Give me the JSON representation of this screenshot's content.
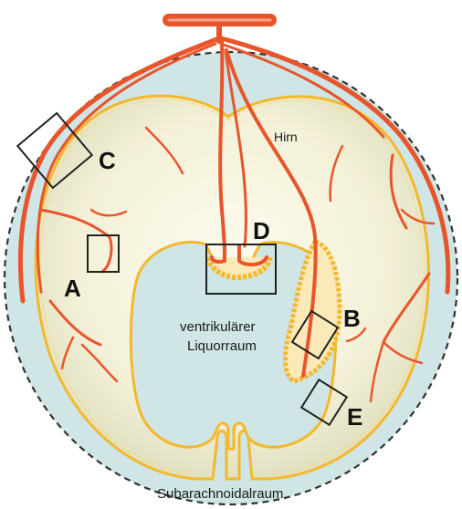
{
  "labels": {
    "hirn": "Hirn",
    "ventricle_line1": "ventrikulärer",
    "ventricle_line2": "Liquorraum",
    "subarachnoid": "Subarachnoidalraum"
  },
  "markers": {
    "A": "A",
    "B": "B",
    "C": "C",
    "D": "D",
    "E": "E"
  },
  "colors": {
    "csf": "#cfe5e6",
    "brain_center": "#fbf8e4",
    "brain_edge": "#e2e2c2",
    "membrane": "#f4b82c",
    "vessel": "#e8552b",
    "vessel_light": "#f6a58c",
    "outline": "#222222"
  }
}
